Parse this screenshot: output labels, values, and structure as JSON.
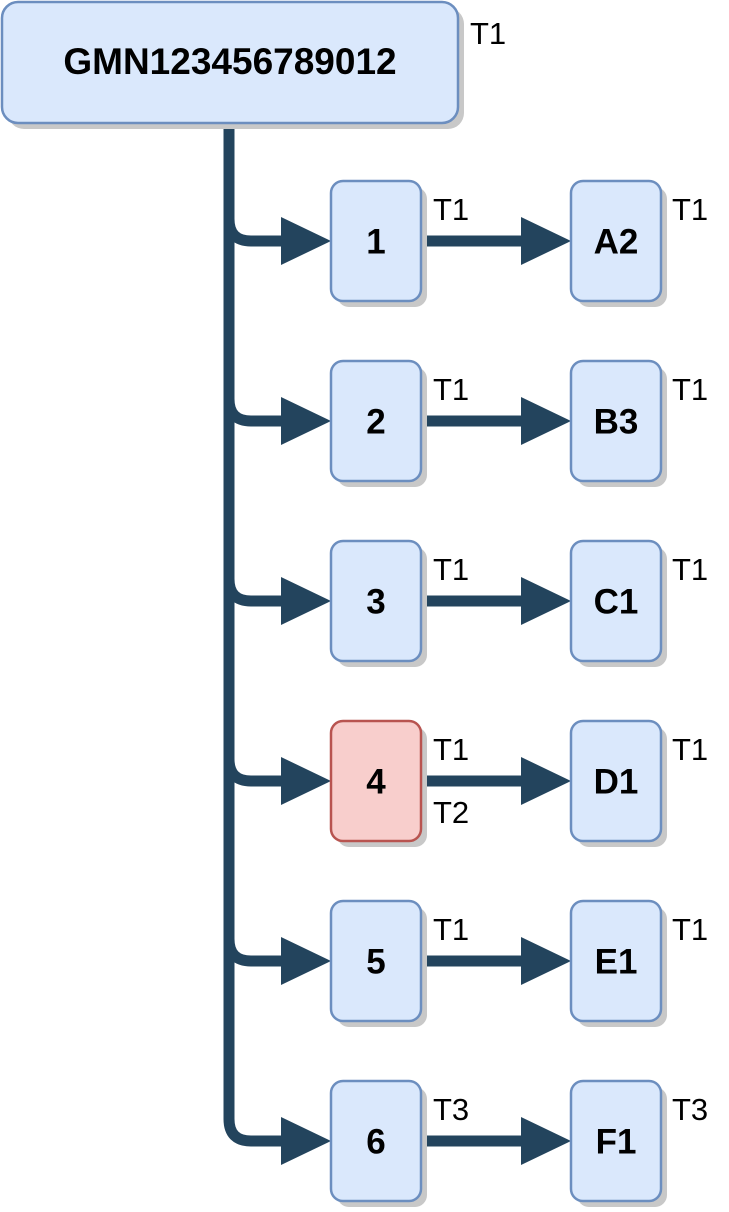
{
  "colors": {
    "node_fill": "#dae8fc",
    "node_stroke": "#6c8ebf",
    "highlight_fill": "#f8cecc",
    "highlight_stroke": "#b85450",
    "connector": "#23445d",
    "shadow": "#c8c8c8"
  },
  "root": {
    "label": "GMN123456789012",
    "tag": "T1"
  },
  "rows": [
    {
      "id": "1",
      "tag_top": "T1",
      "tag_bottom": "",
      "target": "A2",
      "target_tag": "T1",
      "highlight": false
    },
    {
      "id": "2",
      "tag_top": "T1",
      "tag_bottom": "",
      "target": "B3",
      "target_tag": "T1",
      "highlight": false
    },
    {
      "id": "3",
      "tag_top": "T1",
      "tag_bottom": "",
      "target": "C1",
      "target_tag": "T1",
      "highlight": false
    },
    {
      "id": "4",
      "tag_top": "T1",
      "tag_bottom": "T2",
      "target": "D1",
      "target_tag": "T1",
      "highlight": true
    },
    {
      "id": "5",
      "tag_top": "T1",
      "tag_bottom": "",
      "target": "E1",
      "target_tag": "T1",
      "highlight": false
    },
    {
      "id": "6",
      "tag_top": "T3",
      "tag_bottom": "",
      "target": "F1",
      "target_tag": "T3",
      "highlight": false
    }
  ]
}
